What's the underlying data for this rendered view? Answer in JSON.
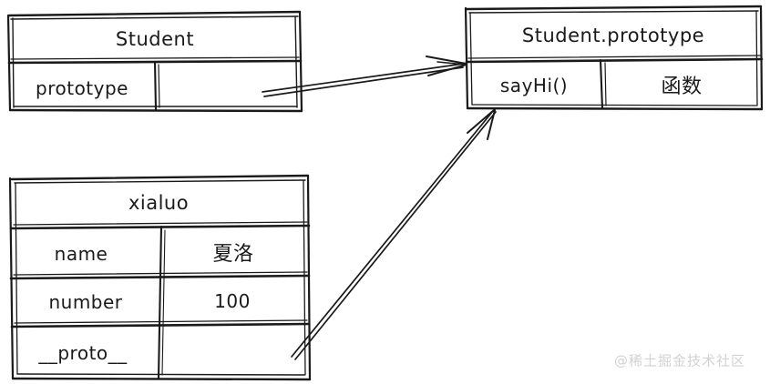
{
  "diagram": {
    "title_semantic": "javascript-prototype-chain-diagram",
    "boxes": {
      "constructor": {
        "header": "Student",
        "rows": [
          {
            "key": "prototype",
            "value": ""
          }
        ]
      },
      "prototype": {
        "header": "Student.prototype",
        "rows": [
          {
            "key": "sayHi()",
            "value": "函数"
          }
        ]
      },
      "instance": {
        "header": "xialuo",
        "rows": [
          {
            "key": "name",
            "value": "夏洛"
          },
          {
            "key": "number",
            "value": "100"
          },
          {
            "key": "__proto__",
            "value": ""
          }
        ]
      }
    },
    "arrows": [
      {
        "name": "prototype-to-prototype-object",
        "from": "Student.prototype cell",
        "to": "Student.prototype box"
      },
      {
        "name": "proto-to-prototype-object",
        "from": "xialuo.__proto__ cell",
        "to": "Student.prototype box"
      }
    ],
    "watermark": "@稀土掘金技术社区",
    "colors": {
      "stroke": "#1a1a1a",
      "background": "#ffffff",
      "watermark": "#d2d2d2"
    }
  }
}
